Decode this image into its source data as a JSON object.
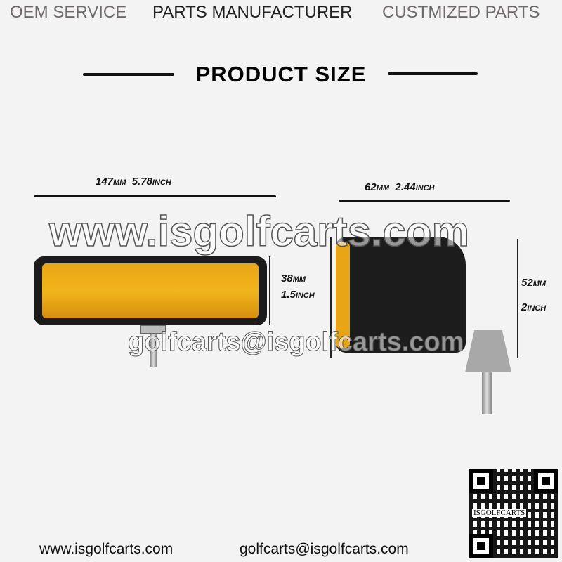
{
  "header": {
    "items": [
      "OEM SERVICE",
      "PARTS MANUFACTURER",
      "CUSTMIZED PARTS"
    ]
  },
  "title": "PRODUCT SIZE",
  "dimensions": {
    "width": {
      "mm": "147",
      "mm_unit": "MM",
      "inch": "5.78",
      "inch_unit": "INCH"
    },
    "height": {
      "mm": "38",
      "mm_unit": "MM",
      "inch": "1.5",
      "inch_unit": "INCH"
    },
    "depth": {
      "mm": "62",
      "mm_unit": "MM",
      "inch": "2.44",
      "inch_unit": "INCH"
    },
    "side_height": {
      "mm": "52",
      "mm_unit": "MM",
      "inch": "2",
      "inch_unit": "INCH"
    }
  },
  "watermark": {
    "site": "www.isgolfcarts.com",
    "email": "golfcarts@isgolfcarts.com"
  },
  "qr": {
    "label": "ISGOLFCARTS"
  },
  "footer": {
    "website": "www.isgolfcarts.com",
    "email": "golfcarts@isgolfcarts.com"
  },
  "colors": {
    "lens": "#f2b51c",
    "housing": "#1b1b1b"
  }
}
